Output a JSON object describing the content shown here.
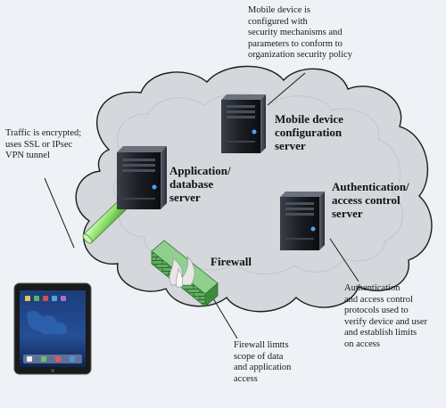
{
  "notes": {
    "mobile_config": "Mobile device is\nconfigured with\nsecurity mechanisms and\nparameters to conform to\norganization security policy",
    "traffic": "Traffic is encrypted;\nuses SSL or IPsec\nVPN tunnel",
    "authentication": "Authentication\nand access control\nprotocols used to\nverify device and user\nand establish limits\non access",
    "firewall": "Firewall limtts\nscope of data\nand application\naccess"
  },
  "labels": {
    "mobile_server": "Mobile device\nconfiguration\nserver",
    "app_server": "Application/\ndatabase\nserver",
    "auth_server": "Authentication/\naccess control\nserver",
    "firewall": "Firewall"
  },
  "colors": {
    "cloud_fill": "#d4d7dc",
    "cloud_stroke": "#1c1c1c",
    "tunnel": "#8fe06a",
    "firewall": "#5fae5f",
    "server_body": "#1b1e24"
  },
  "icons": {
    "server": "server-tower-icon",
    "firewall": "brick-wall-fire-icon",
    "tablet": "tablet-icon"
  }
}
